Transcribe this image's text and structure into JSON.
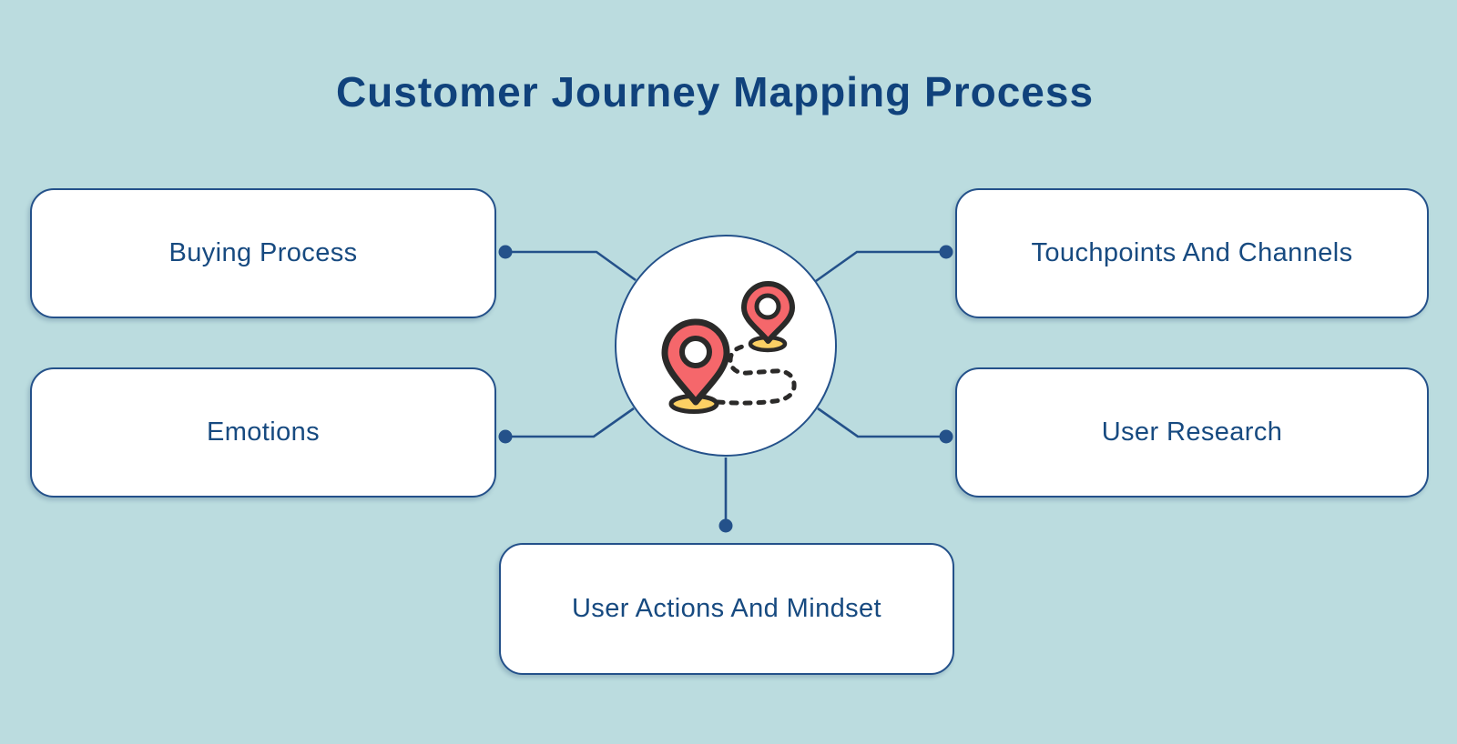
{
  "title": "Customer Journey Mapping Process",
  "boxes": [
    {
      "id": "buying-process",
      "label": "Buying Process",
      "position": "top-left"
    },
    {
      "id": "touchpoints-and-channels",
      "label": "Touchpoints And Channels",
      "position": "top-right"
    },
    {
      "id": "emotions",
      "label": "Emotions",
      "position": "middle-left"
    },
    {
      "id": "user-research",
      "label": "User Research",
      "position": "middle-right"
    },
    {
      "id": "user-actions-and-mindset",
      "label": "User Actions And Mindset",
      "position": "bottom-center"
    }
  ],
  "center_icon": "journey-route-pins-icon",
  "colors": {
    "background": "#bbdcdf",
    "navy": "#24518a",
    "text": "#174a80",
    "title": "#10427c",
    "box-bg": "#ffffff",
    "pin-red": "#f5676b",
    "pin-base-yellow": "#fcd064",
    "icon-outline": "#2b2a29"
  }
}
